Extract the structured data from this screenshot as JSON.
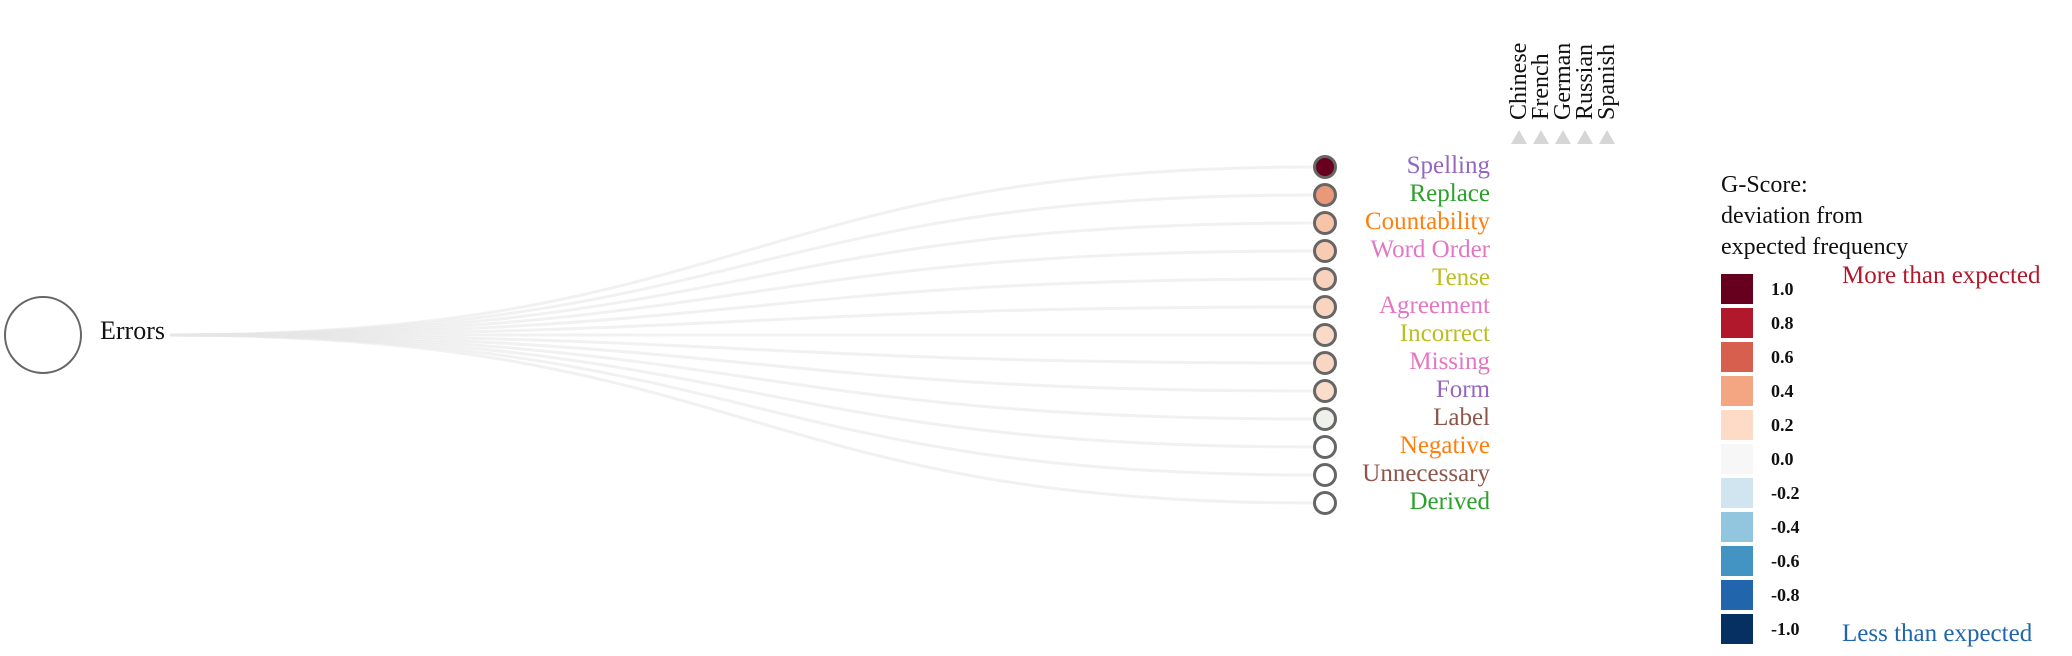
{
  "root": {
    "label": "Errors"
  },
  "categories": [
    {
      "label": "Spelling",
      "label_color": "#9467bd",
      "node_fill": "#67001f",
      "node_value": 1.0
    },
    {
      "label": "Replace",
      "label_color": "#2ca02c",
      "node_fill": "#e9987a",
      "node_value": 0.45
    },
    {
      "label": "Countability",
      "label_color": "#ff7f0e",
      "node_fill": "#f8c4a8",
      "node_value": 0.3
    },
    {
      "label": "Word Order",
      "label_color": "#e377c2",
      "node_fill": "#f8ccb3",
      "node_value": 0.28
    },
    {
      "label": "Tense",
      "label_color": "#bcbd22",
      "node_fill": "#f9d2bd",
      "node_value": 0.26
    },
    {
      "label": "Agreement",
      "label_color": "#e377c2",
      "node_fill": "#f9d4c0",
      "node_value": 0.25
    },
    {
      "label": "Incorrect",
      "label_color": "#bcbd22",
      "node_fill": "#fad9c8",
      "node_value": 0.22
    },
    {
      "label": "Missing",
      "label_color": "#e377c2",
      "node_fill": "#f9d6c4",
      "node_value": 0.23
    },
    {
      "label": "Form",
      "label_color": "#9467bd",
      "node_fill": "#fbdccb",
      "node_value": 0.2
    },
    {
      "label": "Label",
      "label_color": "#8c564b",
      "node_fill": "#eef0ec",
      "node_value": 0.02
    },
    {
      "label": "Negative",
      "label_color": "#ff7f0e",
      "node_fill": "#ffffff",
      "node_value": 0.0
    },
    {
      "label": "Unnecessary",
      "label_color": "#8c564b",
      "node_fill": "#ffffff",
      "node_value": 0.0
    },
    {
      "label": "Derived",
      "label_color": "#2ca02c",
      "node_fill": "#ffffff",
      "node_value": 0.0
    }
  ],
  "languages": [
    "Chinese",
    "French",
    "German",
    "Russian",
    "Spanish"
  ],
  "legend": {
    "title_lines": [
      "G-Score:",
      "deviation from",
      "expected frequency"
    ],
    "items": [
      {
        "label": "1.0",
        "color": "#67001f"
      },
      {
        "label": "0.8",
        "color": "#b2182b"
      },
      {
        "label": "0.6",
        "color": "#d6604d"
      },
      {
        "label": "0.4",
        "color": "#f4a582"
      },
      {
        "label": "0.2",
        "color": "#fddbc7"
      },
      {
        "label": "0.0",
        "color": "#f7f7f7"
      },
      {
        "label": "-0.2",
        "color": "#d1e5f0"
      },
      {
        "label": "-0.4",
        "color": "#92c5de"
      },
      {
        "label": "-0.6",
        "color": "#4393c3"
      },
      {
        "label": "-0.8",
        "color": "#2166ac"
      },
      {
        "label": "-1.0",
        "color": "#053061"
      }
    ],
    "more_label": "More than expected",
    "more_color": "#b2182b",
    "less_label": "Less than expected",
    "less_color": "#2166ac"
  }
}
